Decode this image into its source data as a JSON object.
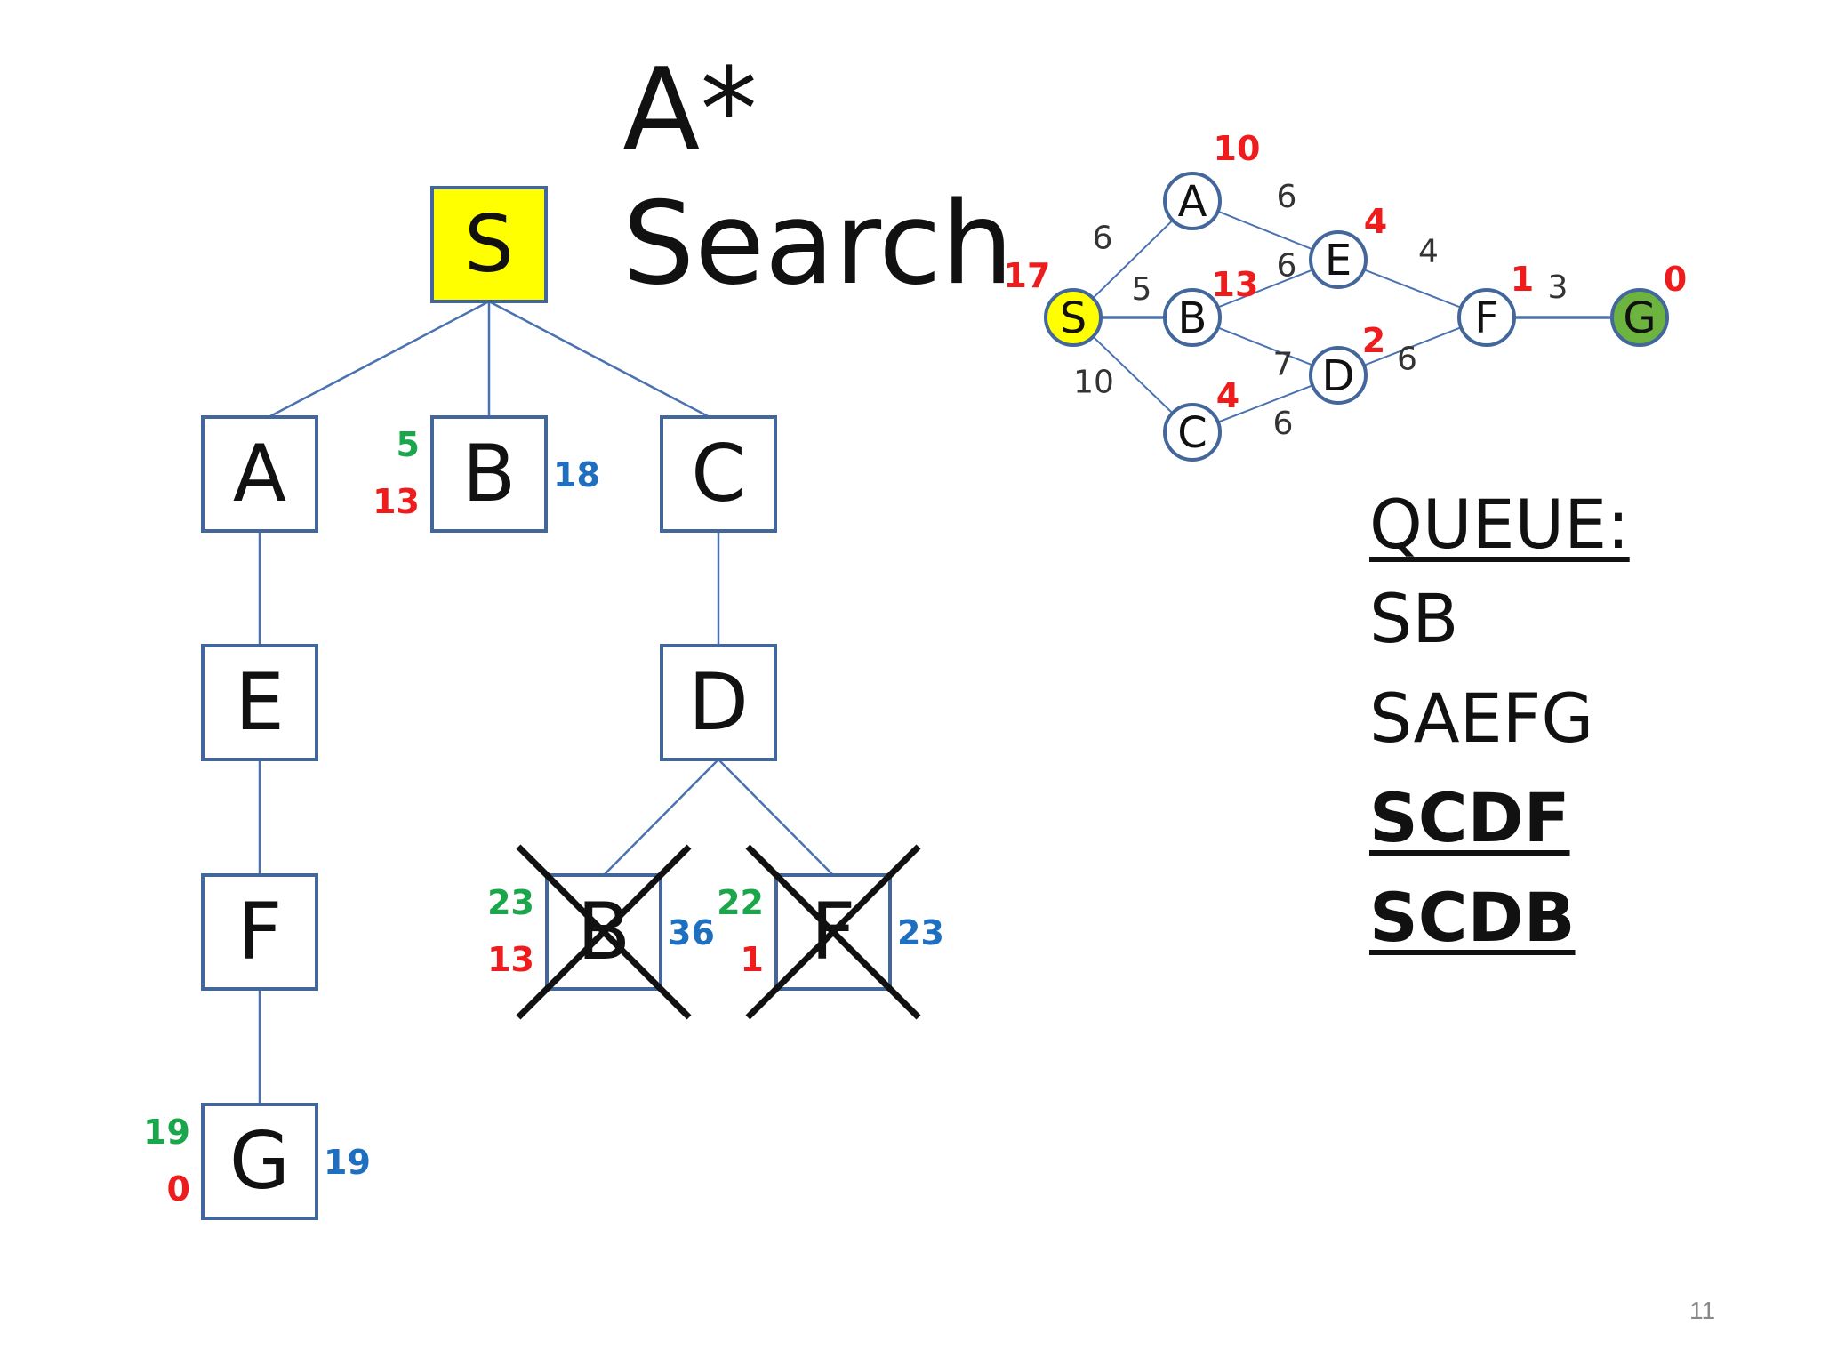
{
  "title": "A* Search",
  "queue": {
    "header": "QUEUE:",
    "items": [
      {
        "label": "SB",
        "bold": false
      },
      {
        "label": "SAEFG",
        "bold": false
      },
      {
        "label": "SCDF",
        "bold": true
      },
      {
        "label": "SCDB",
        "bold": true
      }
    ]
  },
  "slide_number": "11",
  "colors": {
    "node_border": "#44679b",
    "edge": "#4a72b0",
    "root_fill": "#ffff00",
    "start_circle": "#ffff00",
    "goal_circle": "#6cb33f",
    "cost_green": "#1aa64b",
    "heuristic_red": "#ee1c1c",
    "total_blue": "#1f6fc0",
    "weight_text": "#333333"
  },
  "tree": {
    "nodes": [
      {
        "id": "S",
        "label": "S",
        "root": true
      },
      {
        "id": "A",
        "label": "A"
      },
      {
        "id": "B",
        "label": "B",
        "g": "5",
        "h": "13",
        "f": "18"
      },
      {
        "id": "C",
        "label": "C"
      },
      {
        "id": "E",
        "label": "E"
      },
      {
        "id": "D",
        "label": "D"
      },
      {
        "id": "F",
        "label": "F"
      },
      {
        "id": "G",
        "label": "G",
        "g": "19",
        "h": "0",
        "f": "19"
      },
      {
        "id": "DB",
        "label": "B",
        "g": "23",
        "h": "13",
        "f": "36",
        "crossed": true
      },
      {
        "id": "DF",
        "label": "F",
        "g": "22",
        "h": "1",
        "f": "23",
        "crossed": true
      }
    ],
    "edges": [
      [
        "S",
        "A"
      ],
      [
        "S",
        "B"
      ],
      [
        "S",
        "C"
      ],
      [
        "A",
        "E"
      ],
      [
        "E",
        "F"
      ],
      [
        "F",
        "G"
      ],
      [
        "C",
        "D"
      ],
      [
        "D",
        "DB"
      ],
      [
        "D",
        "DF"
      ]
    ]
  },
  "graph": {
    "nodes": [
      {
        "id": "S",
        "label": "S",
        "h": "17",
        "type": "start"
      },
      {
        "id": "A",
        "label": "A",
        "h": "10"
      },
      {
        "id": "B",
        "label": "B",
        "h": "13"
      },
      {
        "id": "C",
        "label": "C",
        "h": "4"
      },
      {
        "id": "E",
        "label": "E",
        "h": "4"
      },
      {
        "id": "D",
        "label": "D",
        "h": "2"
      },
      {
        "id": "F",
        "label": "F",
        "h": "1"
      },
      {
        "id": "G",
        "label": "G",
        "h": "0",
        "type": "goal"
      }
    ],
    "edges": [
      {
        "from": "S",
        "to": "A",
        "w": "6"
      },
      {
        "from": "S",
        "to": "B",
        "w": "5"
      },
      {
        "from": "S",
        "to": "C",
        "w": "10"
      },
      {
        "from": "A",
        "to": "E",
        "w": "6"
      },
      {
        "from": "B",
        "to": "E",
        "w": "6"
      },
      {
        "from": "B",
        "to": "D",
        "w": "7"
      },
      {
        "from": "C",
        "to": "D",
        "w": "6"
      },
      {
        "from": "E",
        "to": "F",
        "w": "4"
      },
      {
        "from": "D",
        "to": "F",
        "w": "6"
      },
      {
        "from": "F",
        "to": "G",
        "w": "3"
      }
    ]
  }
}
